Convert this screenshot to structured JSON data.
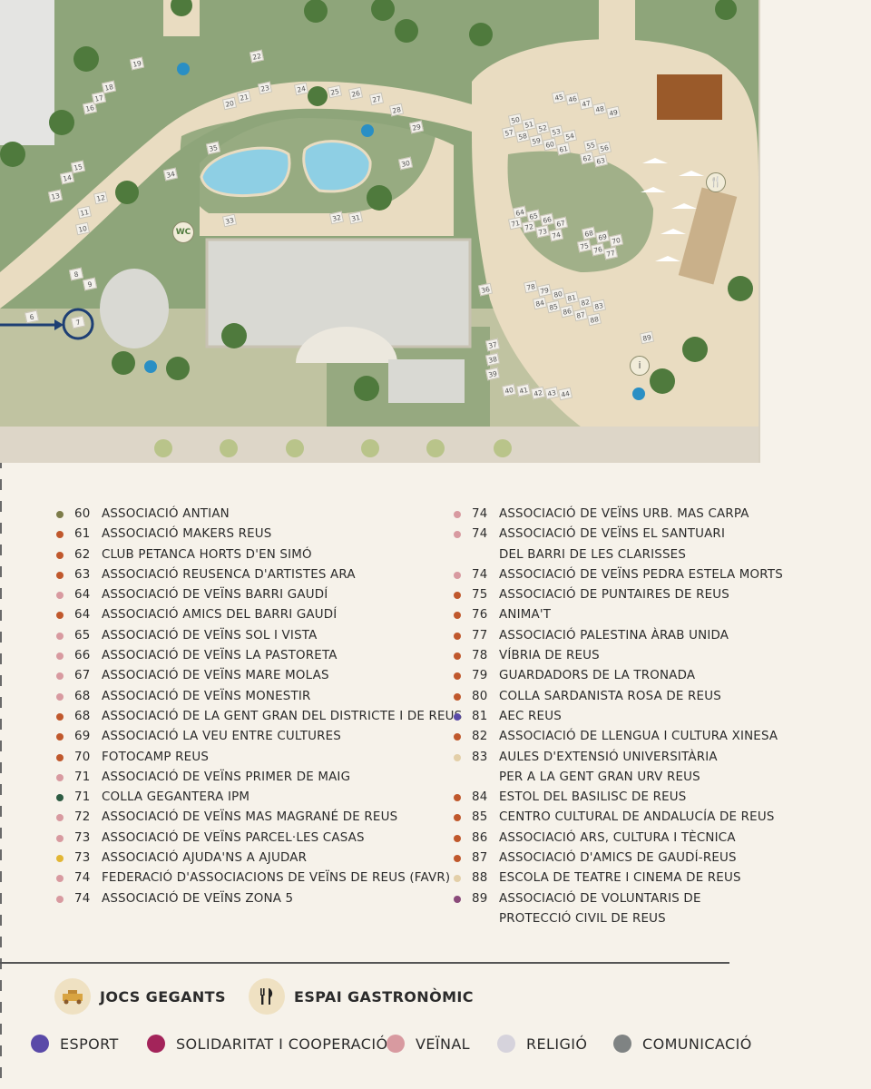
{
  "map": {
    "stand_labels": [
      "6",
      "7",
      "8",
      "9",
      "10",
      "11",
      "12",
      "13",
      "14",
      "15",
      "16",
      "17",
      "18",
      "19",
      "20",
      "21",
      "22",
      "23",
      "24",
      "25",
      "26",
      "27",
      "28",
      "29",
      "30",
      "31",
      "32",
      "33",
      "34",
      "35",
      "36",
      "37",
      "38",
      "39",
      "40",
      "41",
      "42",
      "43",
      "44",
      "45",
      "46",
      "47",
      "48",
      "49",
      "50",
      "51",
      "52",
      "53",
      "54",
      "55",
      "56",
      "57",
      "58",
      "59",
      "60",
      "61",
      "62",
      "63",
      "64",
      "65",
      "66",
      "67",
      "68",
      "69",
      "70",
      "71",
      "72",
      "73",
      "74",
      "75",
      "76",
      "77",
      "78",
      "79",
      "80",
      "81",
      "82",
      "83",
      "84",
      "85",
      "86",
      "87",
      "88",
      "89"
    ],
    "wc_label": "WC",
    "info_label": "i",
    "highlight_stand": "7"
  },
  "legend_left": [
    {
      "num": "60",
      "name": "Associació Antian",
      "color": "#7d7c4a"
    },
    {
      "num": "61",
      "name": "Associació Makers Reus",
      "color": "#c0582c"
    },
    {
      "num": "62",
      "name": "Club Petanca Horts d'en Simó",
      "color": "#c0582c"
    },
    {
      "num": "63",
      "name": "Associació Reusenca d'Artistes ARA",
      "color": "#c0582c"
    },
    {
      "num": "64",
      "name": "Associació de Veïns Barri Gaudí",
      "color": "#d89aa0"
    },
    {
      "num": "64",
      "name": "Associació Amics del Barri Gaudí",
      "color": "#c0582c"
    },
    {
      "num": "65",
      "name": "Associació de Veïns Sol i Vista",
      "color": "#d89aa0"
    },
    {
      "num": "66",
      "name": "Associació de Veïns La Pastoreta",
      "color": "#d89aa0"
    },
    {
      "num": "67",
      "name": "Associació de Veïns Mare Molas",
      "color": "#d89aa0"
    },
    {
      "num": "68",
      "name": "Associació de Veïns Monestir",
      "color": "#d89aa0"
    },
    {
      "num": "68",
      "name": "Associació de la Gent Gran del Districte I de Reus",
      "color": "#c0582c"
    },
    {
      "num": "69",
      "name": "Associació La Veu entre Cultures",
      "color": "#c0582c"
    },
    {
      "num": "70",
      "name": "Fotocamp Reus",
      "color": "#c0582c"
    },
    {
      "num": "71",
      "name": "Associació de Veïns Primer de Maig",
      "color": "#d89aa0"
    },
    {
      "num": "71",
      "name": "Colla Gegantera IPM",
      "color": "#2d5c43"
    },
    {
      "num": "72",
      "name": "Associació de Veïns Mas Magrané de Reus",
      "color": "#d89aa0"
    },
    {
      "num": "73",
      "name": "Associació de Veïns Parcel·les Casas",
      "color": "#d89aa0"
    },
    {
      "num": "73",
      "name": "Associació Ajuda'ns a Ajudar",
      "color": "#e2b634"
    },
    {
      "num": "74",
      "name": "Federació d'Associacions de Veïns de Reus (FAVR)",
      "color": "#d89aa0"
    },
    {
      "num": "74",
      "name": "Associació de Veïns Zona 5",
      "color": "#d89aa0"
    }
  ],
  "legend_right": [
    {
      "num": "74",
      "name": "Associació de Veïns Urb. Mas Carpa",
      "color": "#d89aa0"
    },
    {
      "num": "74",
      "name": "Associació de Veïns El Santuari del Barri de les Clarisses",
      "color": "#d89aa0",
      "wrap": true
    },
    {
      "num": "74",
      "name": "Associació de Veïns Pedra Estela Morts",
      "color": "#d89aa0"
    },
    {
      "num": "75",
      "name": "Associació de Puntaires de Reus",
      "color": "#c0582c"
    },
    {
      "num": "76",
      "name": "Anima't",
      "color": "#c0582c"
    },
    {
      "num": "77",
      "name": "Associació Palestina Àrab Unida",
      "color": "#c0582c"
    },
    {
      "num": "78",
      "name": "Víbria de Reus",
      "color": "#c0582c"
    },
    {
      "num": "79",
      "name": "Guardadors de la Tronada",
      "color": "#c0582c"
    },
    {
      "num": "80",
      "name": "Colla Sardanista Rosa de Reus",
      "color": "#c0582c"
    },
    {
      "num": "81",
      "name": "AEC Reus",
      "color": "#5a4aa8"
    },
    {
      "num": "82",
      "name": "Associació de Llengua i Cultura Xinesa",
      "color": "#c0582c"
    },
    {
      "num": "83",
      "name": "Aules d'Extensió Universitària per a la Gent Gran URV Reus",
      "color": "#e3cfa8",
      "wrap": true
    },
    {
      "num": "84",
      "name": "Estol del Basilisc de Reus",
      "color": "#c0582c"
    },
    {
      "num": "85",
      "name": "Centro Cultural de Andalucía de Reus",
      "color": "#c0582c"
    },
    {
      "num": "86",
      "name": "Associació Ars, Cultura i Tècnica",
      "color": "#c0582c"
    },
    {
      "num": "87",
      "name": "Associació d'Amics de Gaudí-Reus",
      "color": "#c0582c"
    },
    {
      "num": "88",
      "name": "Escola de Teatre i Cinema de Reus",
      "color": "#e3cfa8"
    },
    {
      "num": "89",
      "name": "Associació de Voluntaris de Protecció Civil de Reus",
      "color": "#8a4a7a",
      "wrap": true
    }
  ],
  "keys": {
    "jocs": "Jocs gegants",
    "gastro": "Espai gastronòmic"
  },
  "categories": [
    {
      "label": "Esport",
      "color": "#5a4aa8"
    },
    {
      "label": "Solidaritat i cooperació",
      "color": "#a3245a"
    },
    {
      "label": "Veïnal",
      "color": "#d89aa0"
    },
    {
      "label": "Religió",
      "color": "#d6d3dc"
    },
    {
      "label": "Comunicació",
      "color": "#7f8383"
    }
  ]
}
